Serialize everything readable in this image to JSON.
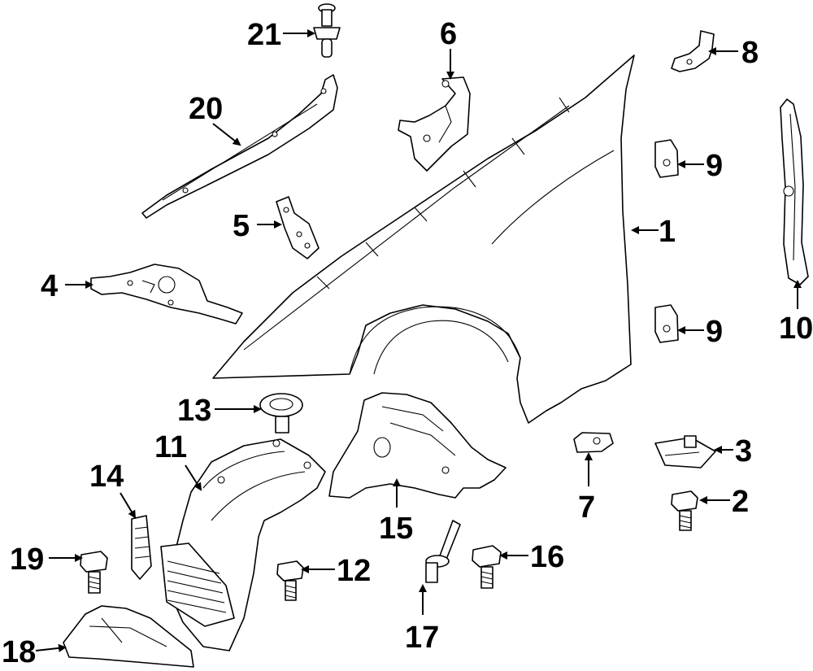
{
  "callouts": {
    "c1": "1",
    "c2": "2",
    "c3": "3",
    "c4": "4",
    "c5": "5",
    "c6": "6",
    "c7": "7",
    "c8": "8",
    "c9a": "9",
    "c9b": "9",
    "c10": "10",
    "c11": "11",
    "c12": "12",
    "c13": "13",
    "c14": "14",
    "c15": "15",
    "c16": "16",
    "c17": "17",
    "c18": "18",
    "c19": "19",
    "c20": "20",
    "c21": "21"
  },
  "colors": {
    "line": "#000000",
    "background": "#ffffff"
  }
}
